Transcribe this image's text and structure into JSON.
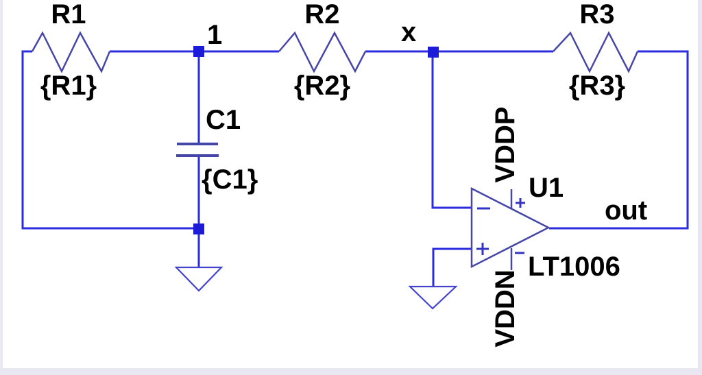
{
  "colors": {
    "wire": "#2b2bdf",
    "component": "#4646a8",
    "ground": "#4343cf",
    "marker": "#3434c4",
    "junction": "#1c1cd8",
    "label": "#000000",
    "frame": "#e9e7f2",
    "canvas": "#ffffff"
  },
  "schematic": {
    "resistors": [
      {
        "designator": "R1",
        "value": "{R1}"
      },
      {
        "designator": "R2",
        "value": "{R2}"
      },
      {
        "designator": "R3",
        "value": "{R3}"
      }
    ],
    "capacitors": [
      {
        "designator": "C1",
        "value": "{C1}"
      }
    ],
    "opamp": {
      "designator": "U1",
      "model": "LT1006",
      "positive_supply": "VDDP",
      "negative_supply": "VDDN"
    },
    "net_labels": {
      "node1": "1",
      "nodex": "x",
      "output": "out"
    }
  }
}
